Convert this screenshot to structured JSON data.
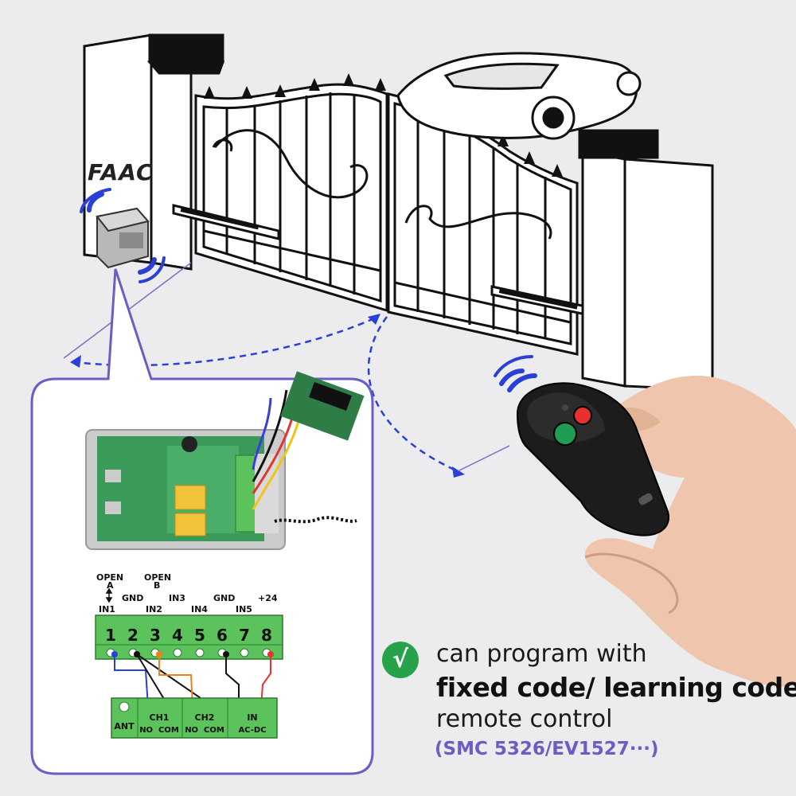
{
  "brand": {
    "logo_text": "FAAC"
  },
  "terminal_top": {
    "open_a": "OPEN",
    "open_a_sub": "A",
    "open_b": "OPEN",
    "open_b_sub": "B",
    "gnd1": "GND",
    "in3": "IN3",
    "gnd2": "GND",
    "plus24": "+24",
    "in1": "IN1",
    "in2": "IN2",
    "in4": "IN4",
    "in5": "IN5",
    "pins": [
      "1",
      "2",
      "3",
      "4",
      "5",
      "6",
      "7",
      "8"
    ]
  },
  "terminal_bottom": {
    "ant": "ANT",
    "ch1": "CH1",
    "ch1_sub": "NO  COM",
    "ch2": "CH2",
    "ch2_sub": "NO  COM",
    "in": "IN",
    "in_sub": "AC-DC"
  },
  "caption": {
    "check_symbol": "√",
    "line1": "can program with",
    "line2": "fixed code/ learning code",
    "line3": "remote control",
    "line4": "(SMC 5326/EV1527···)"
  },
  "colors": {
    "accent_purple": "#6a5dc4",
    "check_green": "#27a24a",
    "terminal_green": "#5cc35c",
    "signal_blue": "#2a3fd6",
    "remote_button_green": "#1f9d55",
    "remote_button_red": "#e8312f"
  }
}
